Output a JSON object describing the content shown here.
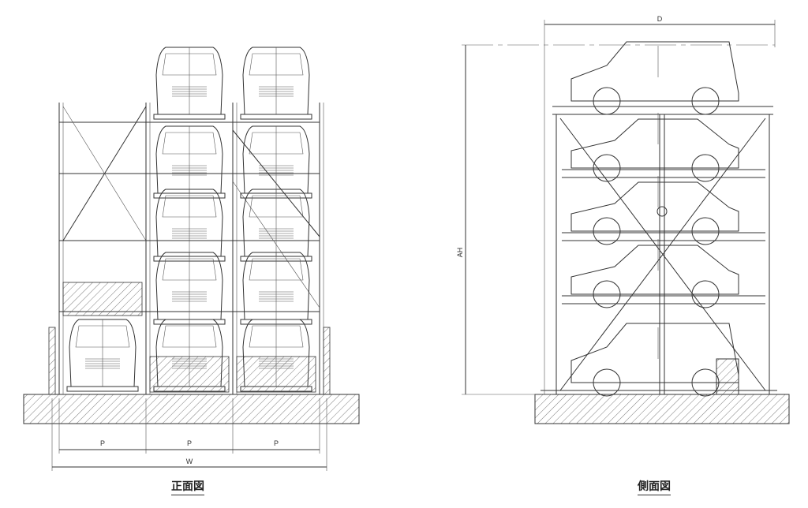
{
  "front_view": {
    "caption": "正面図",
    "dimension_pitch_labels": [
      "P",
      "P",
      "P"
    ],
    "dimension_width_label": "W"
  },
  "side_view": {
    "caption": "側面図",
    "dimension_depth_label": "D",
    "dimension_height_label": "AH"
  },
  "colors": {
    "line": "#333333",
    "background": "#ffffff"
  }
}
